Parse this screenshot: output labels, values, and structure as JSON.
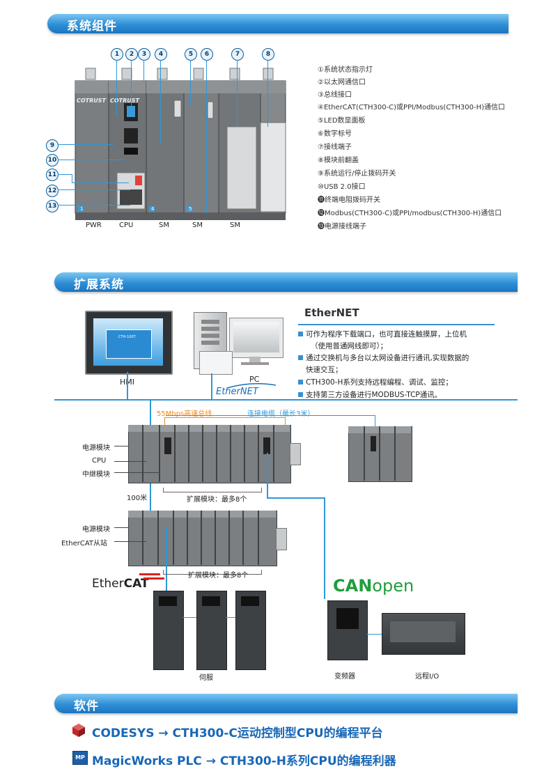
{
  "sections": {
    "system": "系统组件",
    "expansion": "扩展系统",
    "software": "软件"
  },
  "module_labels": [
    "PWR",
    "CPU",
    "SM",
    "SM",
    "SM"
  ],
  "legend": [
    {
      "mark": "①",
      "text": "系统状态指示灯"
    },
    {
      "mark": "②",
      "text": "以太网通信口"
    },
    {
      "mark": "③",
      "text": "总线接口"
    },
    {
      "mark": "④",
      "text": "EtherCAT(CTH300-C)或PPI/Modbus(CTH300-H)通信口"
    },
    {
      "mark": "⑤",
      "text": "LED数显面板"
    },
    {
      "mark": "⑥",
      "text": "数字标号"
    },
    {
      "mark": "⑦",
      "text": "接线端子"
    },
    {
      "mark": "⑧",
      "text": "模块前翻盖"
    },
    {
      "mark": "⑨",
      "text": "系统运行/停止拨码开关"
    },
    {
      "mark": "⑩",
      "text": "USB 2.0接口"
    },
    {
      "mark": "⓫",
      "text": "终端电阻拨码开关"
    },
    {
      "mark": "⓬",
      "text": "Modbus(CTH300-C)或PPI/modbus(CTH300-H)通信口"
    },
    {
      "mark": "⓭",
      "text": "电源接线端子"
    }
  ],
  "callouts": [
    "1",
    "2",
    "3",
    "4",
    "5",
    "6",
    "7",
    "8",
    "9",
    "10",
    "11",
    "12",
    "13"
  ],
  "device_brand": "COTRUST",
  "slot_numbers": [
    "1",
    "4",
    "5"
  ],
  "expansion": {
    "hmi": "HMI",
    "pc": "PC",
    "ethernet_logo": "EtherNET",
    "ethernet_title": "EtherNET",
    "ethernet_bullets": [
      "可作为程序下载端口，也可直接连触摸屏，上位机",
      "（使用普通网线即可）；",
      "通过交换机与多台以太网设备进行通讯,实现数据的",
      "快速交互；",
      "CTH300-H系列支持远程编程、调试、监控；",
      "支持第三方设备进行MODBUS-TCP通讯。"
    ],
    "bus_label": "55Mbps高速总线",
    "cable_label": "连接电缆（最长3米）",
    "power_module": "电源模块",
    "cpu": "CPU",
    "relay_module": "中继模块",
    "distance": "100米",
    "expansion_modules_1": "扩展模块：最多8个",
    "power_module_2": "电源模块",
    "ethercat_slave": "EtherCAT从站",
    "expansion_modules_2": "扩展模块：最多8个",
    "ethercat_logo_a": "Ether",
    "ethercat_logo_b": "CAT",
    "servo": "伺服",
    "canopen_a": "CAN",
    "canopen_b": "open",
    "inverter": "变频器",
    "remote_io": "远程I/O",
    "hmi_screen_title": "CTH-100T"
  },
  "software": {
    "line1": "CODESYS → CTH300-C运动控制型CPU的编程平台",
    "line2": "MagicWorks PLC → CTH300-H系列CPU的编程利器",
    "icon2": "MP"
  },
  "colors": {
    "banner": "#2f8fd6",
    "accent": "#2e97d8",
    "orange": "#f08a1c",
    "canopen_green": "#1e9e3a"
  }
}
